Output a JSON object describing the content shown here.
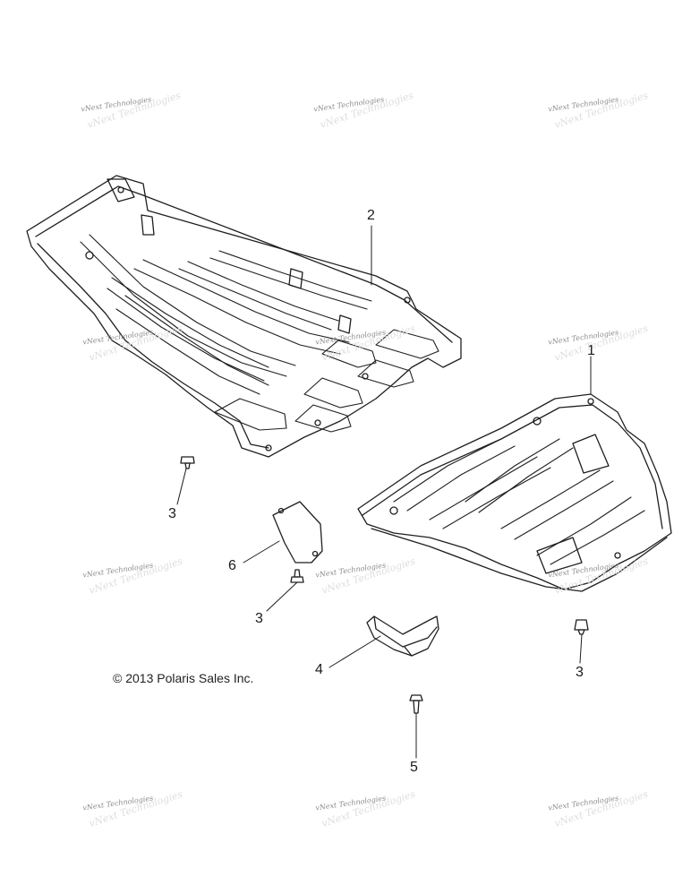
{
  "watermark": {
    "text": "vNext Technologies"
  },
  "copyright": "© 2013 Polaris Sales Inc.",
  "callouts": [
    {
      "id": "c2",
      "label": "2"
    },
    {
      "id": "c1",
      "label": "1"
    },
    {
      "id": "c3a",
      "label": "3"
    },
    {
      "id": "c6",
      "label": "6"
    },
    {
      "id": "c3b",
      "label": "3"
    },
    {
      "id": "c4",
      "label": "4"
    },
    {
      "id": "c3c",
      "label": "3"
    },
    {
      "id": "c5",
      "label": "5"
    }
  ]
}
